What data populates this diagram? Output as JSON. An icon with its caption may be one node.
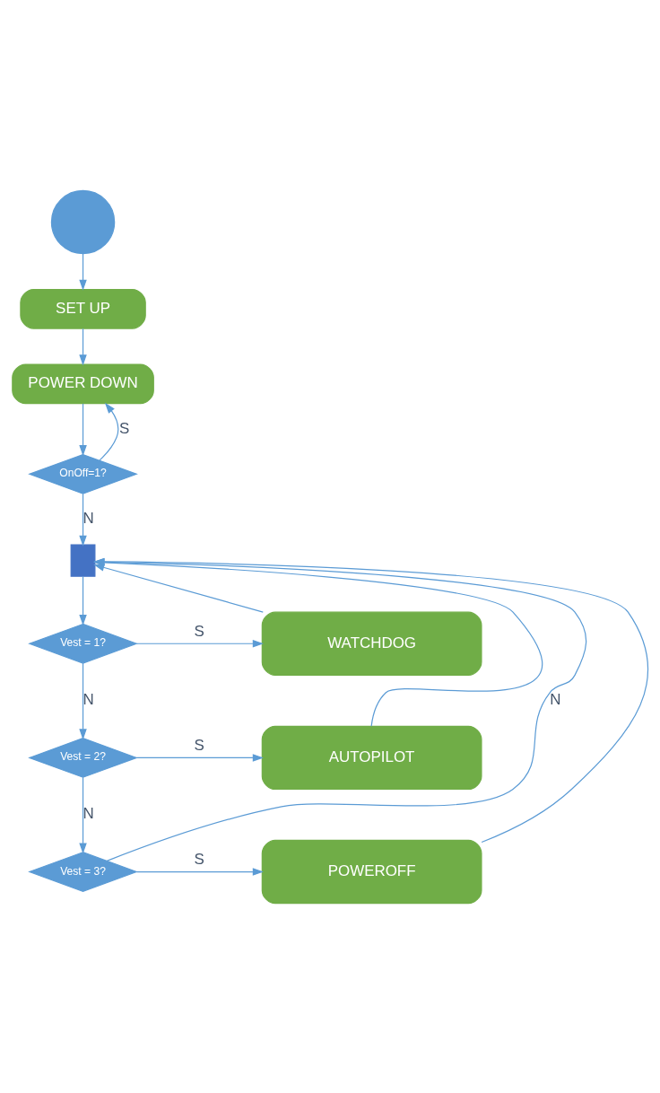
{
  "diagram": {
    "nodes": [
      {
        "text": [],
        "shape": "circle"
      },
      {
        "text": [
          "SET UP"
        ]
      },
      {
        "text": [
          "POWER DOWN"
        ]
      },
      {
        "text": [
          "OnOff=1?"
        ]
      },
      {
        "text": [],
        "shape": "bar"
      },
      {
        "text": [
          "Vest = 1?"
        ]
      },
      {
        "text": [
          "WATCHDOG"
        ]
      },
      {
        "text": [
          "Vest = 2?"
        ]
      },
      {
        "text": [
          "AUTOPILOT"
        ]
      },
      {
        "text": [
          "Vest = 3?"
        ]
      },
      {
        "text": [
          "POWEROFF"
        ]
      }
    ],
    "edges": [
      {
        "from": 0,
        "to": 1,
        "arrow": "to"
      },
      {
        "from": 1,
        "to": 2,
        "arrow": "to"
      },
      {
        "from": 2,
        "to": 3,
        "arrow": "to"
      },
      {
        "from": 3,
        "to": 2,
        "arrow": "to",
        "label": "S"
      },
      {
        "from": 3,
        "to": 4,
        "arrow": "to",
        "label": "N"
      },
      {
        "from": 4,
        "to": 5,
        "arrow": "to"
      },
      {
        "from": 5,
        "to": 6,
        "arrow": "to",
        "label": "S"
      },
      {
        "from": 5,
        "to": 7,
        "arrow": "to",
        "label": "N"
      },
      {
        "from": 7,
        "to": 8,
        "arrow": "to",
        "label": "S"
      },
      {
        "from": 7,
        "to": 9,
        "arrow": "to",
        "label": "N"
      },
      {
        "from": 9,
        "to": 10,
        "arrow": "to",
        "label": "S"
      },
      {
        "from": 9,
        "to": 4,
        "arrow": "to",
        "label": "N"
      },
      {
        "from": 6,
        "to": 4,
        "arrow": "to"
      },
      {
        "from": 8,
        "to": 4,
        "arrow": "to"
      },
      {
        "from": 10,
        "to": 4,
        "arrow": "to"
      }
    ]
  }
}
